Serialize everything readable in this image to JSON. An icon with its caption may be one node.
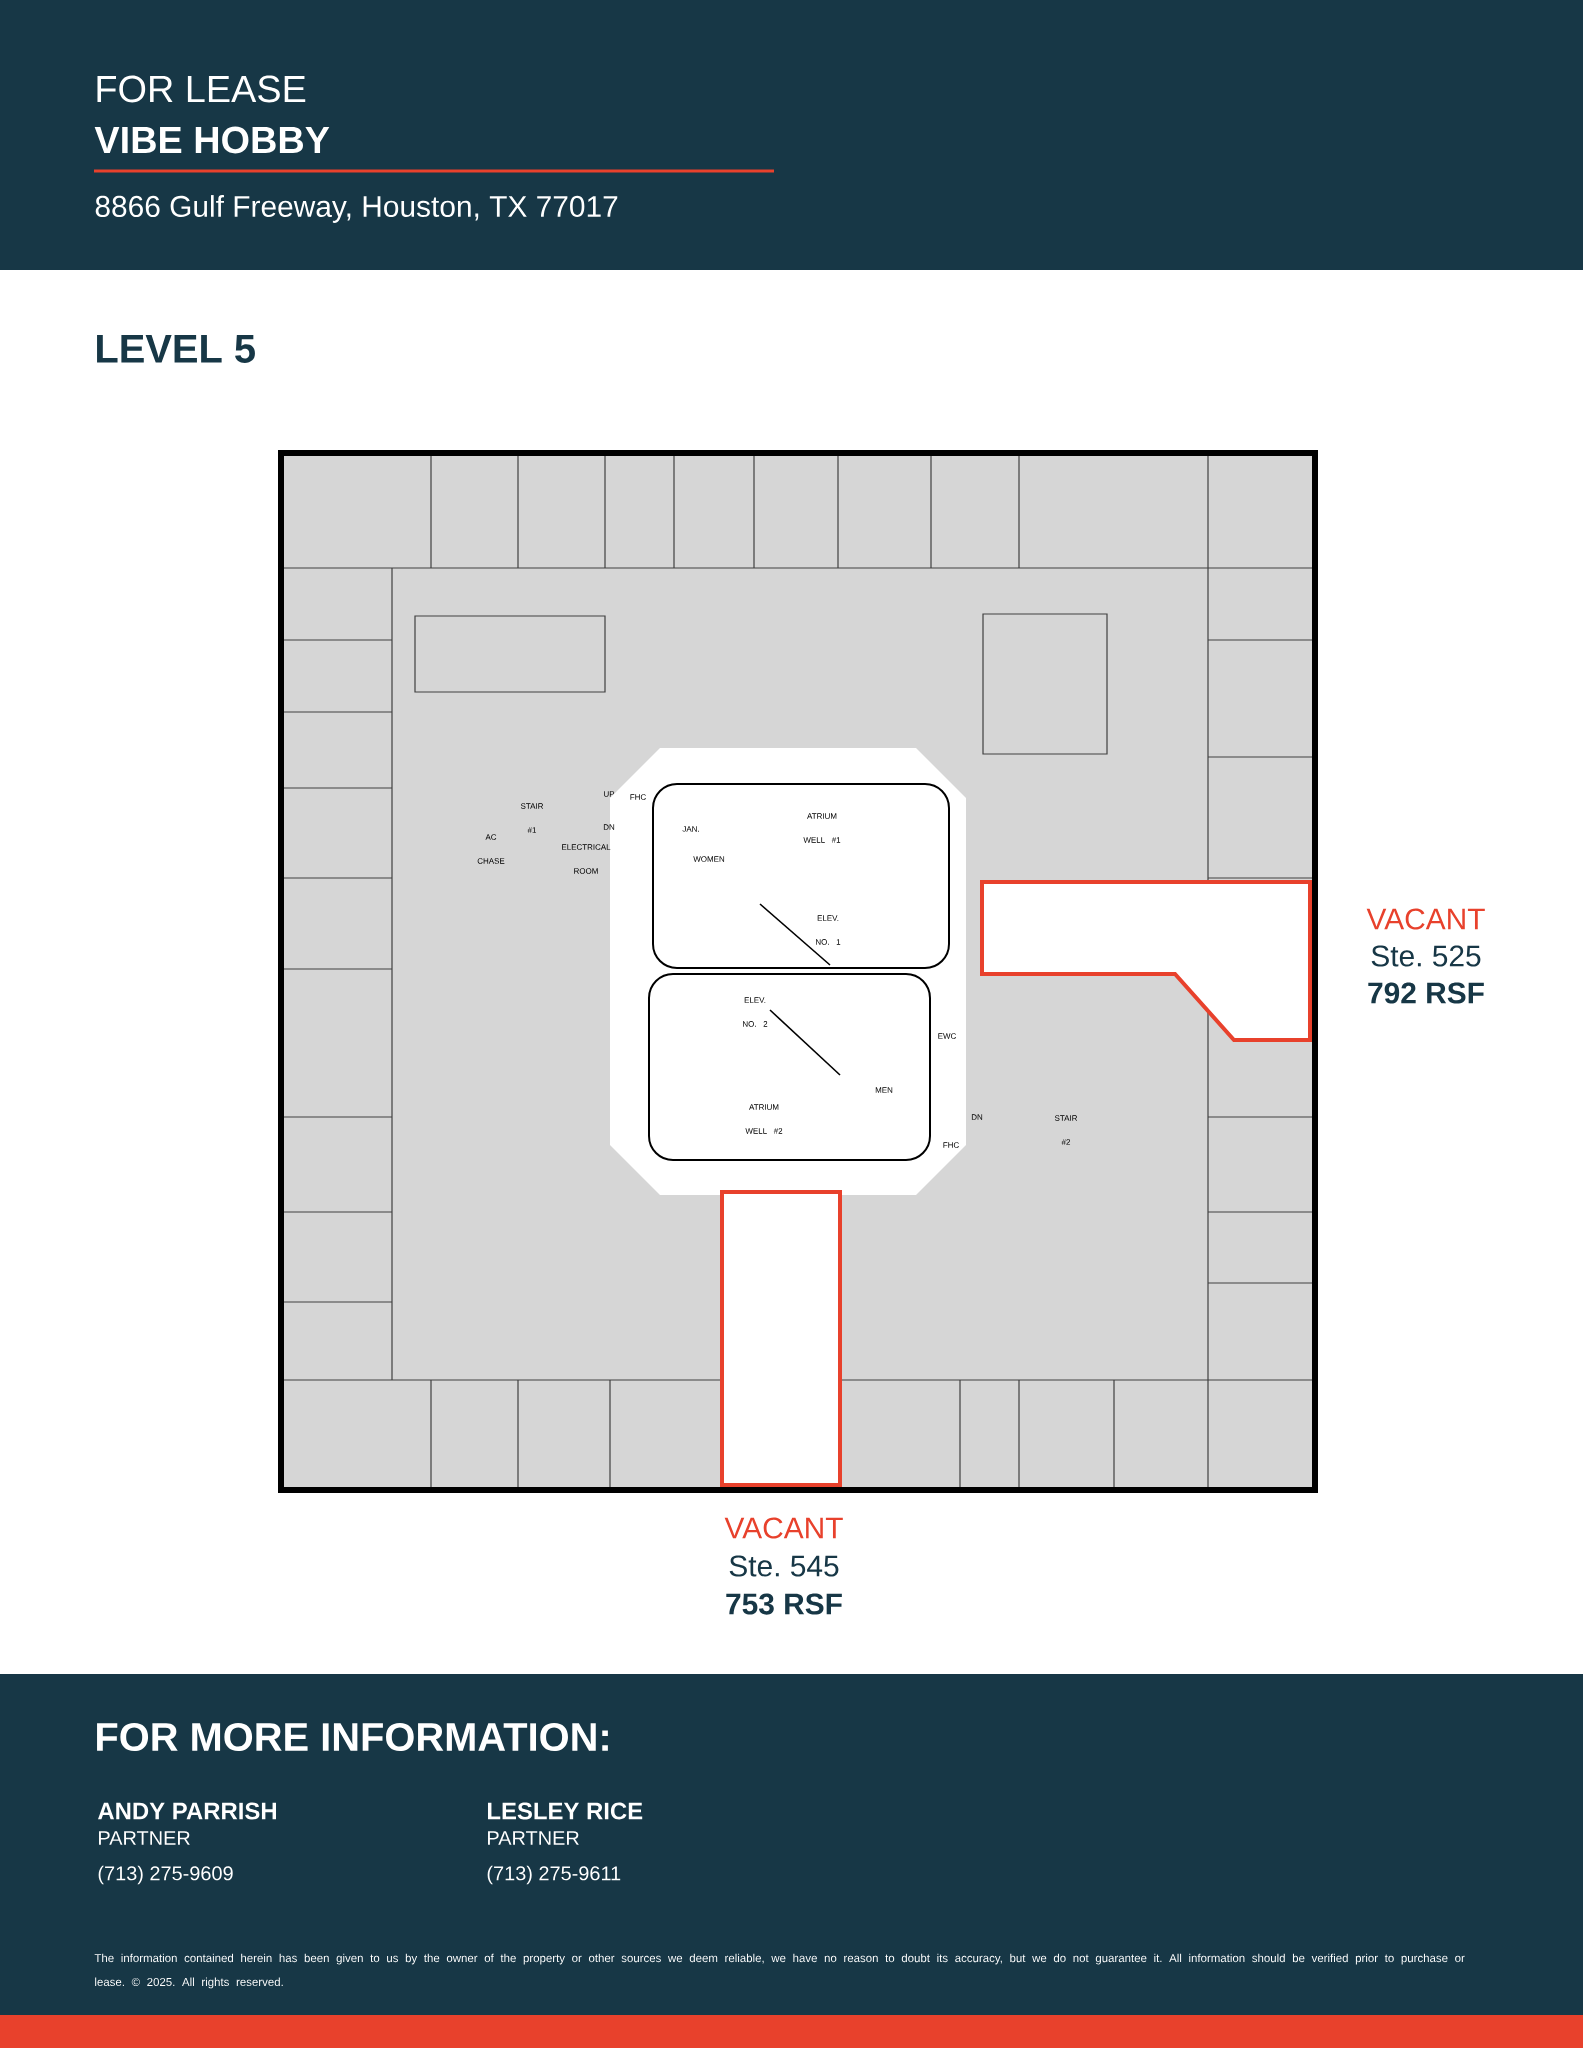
{
  "diagram": {
    "title": "LEVEL 5",
    "nodes": [
      {
        "text": [],
        "shape": "box",
        "beside": [
          "VACANT",
          "Ste. 525",
          "792 RSF"
        ]
      },
      {
        "text": [],
        "shape": "box",
        "beside": [
          "VACANT",
          "Ste. 545",
          "753 RSF"
        ]
      }
    ],
    "labels": [
      "FOR LEASE",
      "VIBE HOBBY",
      "8866 Gulf Freeway, Houston, TX 77017",
      "UP",
      "FHC",
      "ATRIUM WELL #1",
      "STAIR #1",
      "JAN.",
      "DN",
      "AC CHASE",
      "WOMEN",
      "ELECTRICAL ROOM",
      "ELEV. NO. 1",
      "ELEV. NO. 2",
      "EWC",
      "MEN",
      "DN",
      "ATRIUM WELL #2",
      "STAIR #2",
      "FHC",
      "FOR MORE INFORMATION:",
      "ANDY PARRISH",
      "PARTNER",
      "(713) 275-9609",
      "LESLEY RICE",
      "PARTNER",
      "(713) 275-9611",
      "The information contained herein has been given to us by the owner of the property or other sources we deem reliable, we have no reason to doubt its accuracy, but we do not guarantee it. All information should be verified prior to purchase or lease. © 2025. All rights reserved."
    ]
  }
}
